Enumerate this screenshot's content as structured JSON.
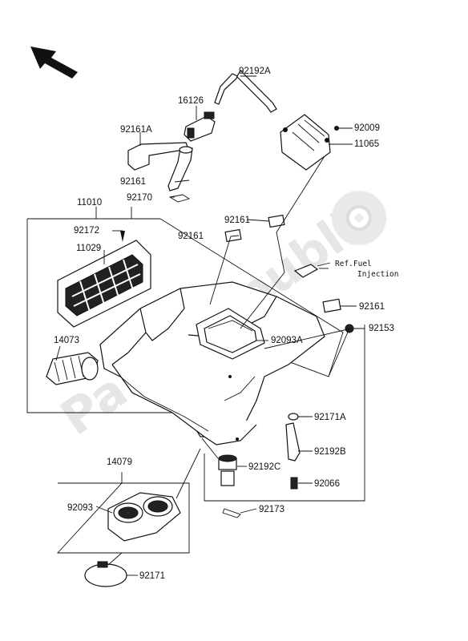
{
  "watermark": "PartsRepublik",
  "labels": {
    "p92192A": "92192A",
    "p16126": "16126",
    "p92161A": "92161A",
    "p92009": "92009",
    "p11065": "11065",
    "p92161_a": "92161",
    "p92170": "92170",
    "p11010": "11010",
    "p92161_b": "92161",
    "p92172": "92172",
    "p92161_c": "92161",
    "p11029": "11029",
    "ref_line1": "Ref.Fuel",
    "ref_line2": "Injection",
    "p92161_d": "92161",
    "p92153": "92153",
    "p14073": "14073",
    "p92093A": "92093A",
    "p92171A": "92171A",
    "p92192B": "92192B",
    "p92192C": "92192C",
    "p92066": "92066",
    "p14079": "14079",
    "p92093": "92093",
    "p92173": "92173",
    "p92171": "92171"
  }
}
